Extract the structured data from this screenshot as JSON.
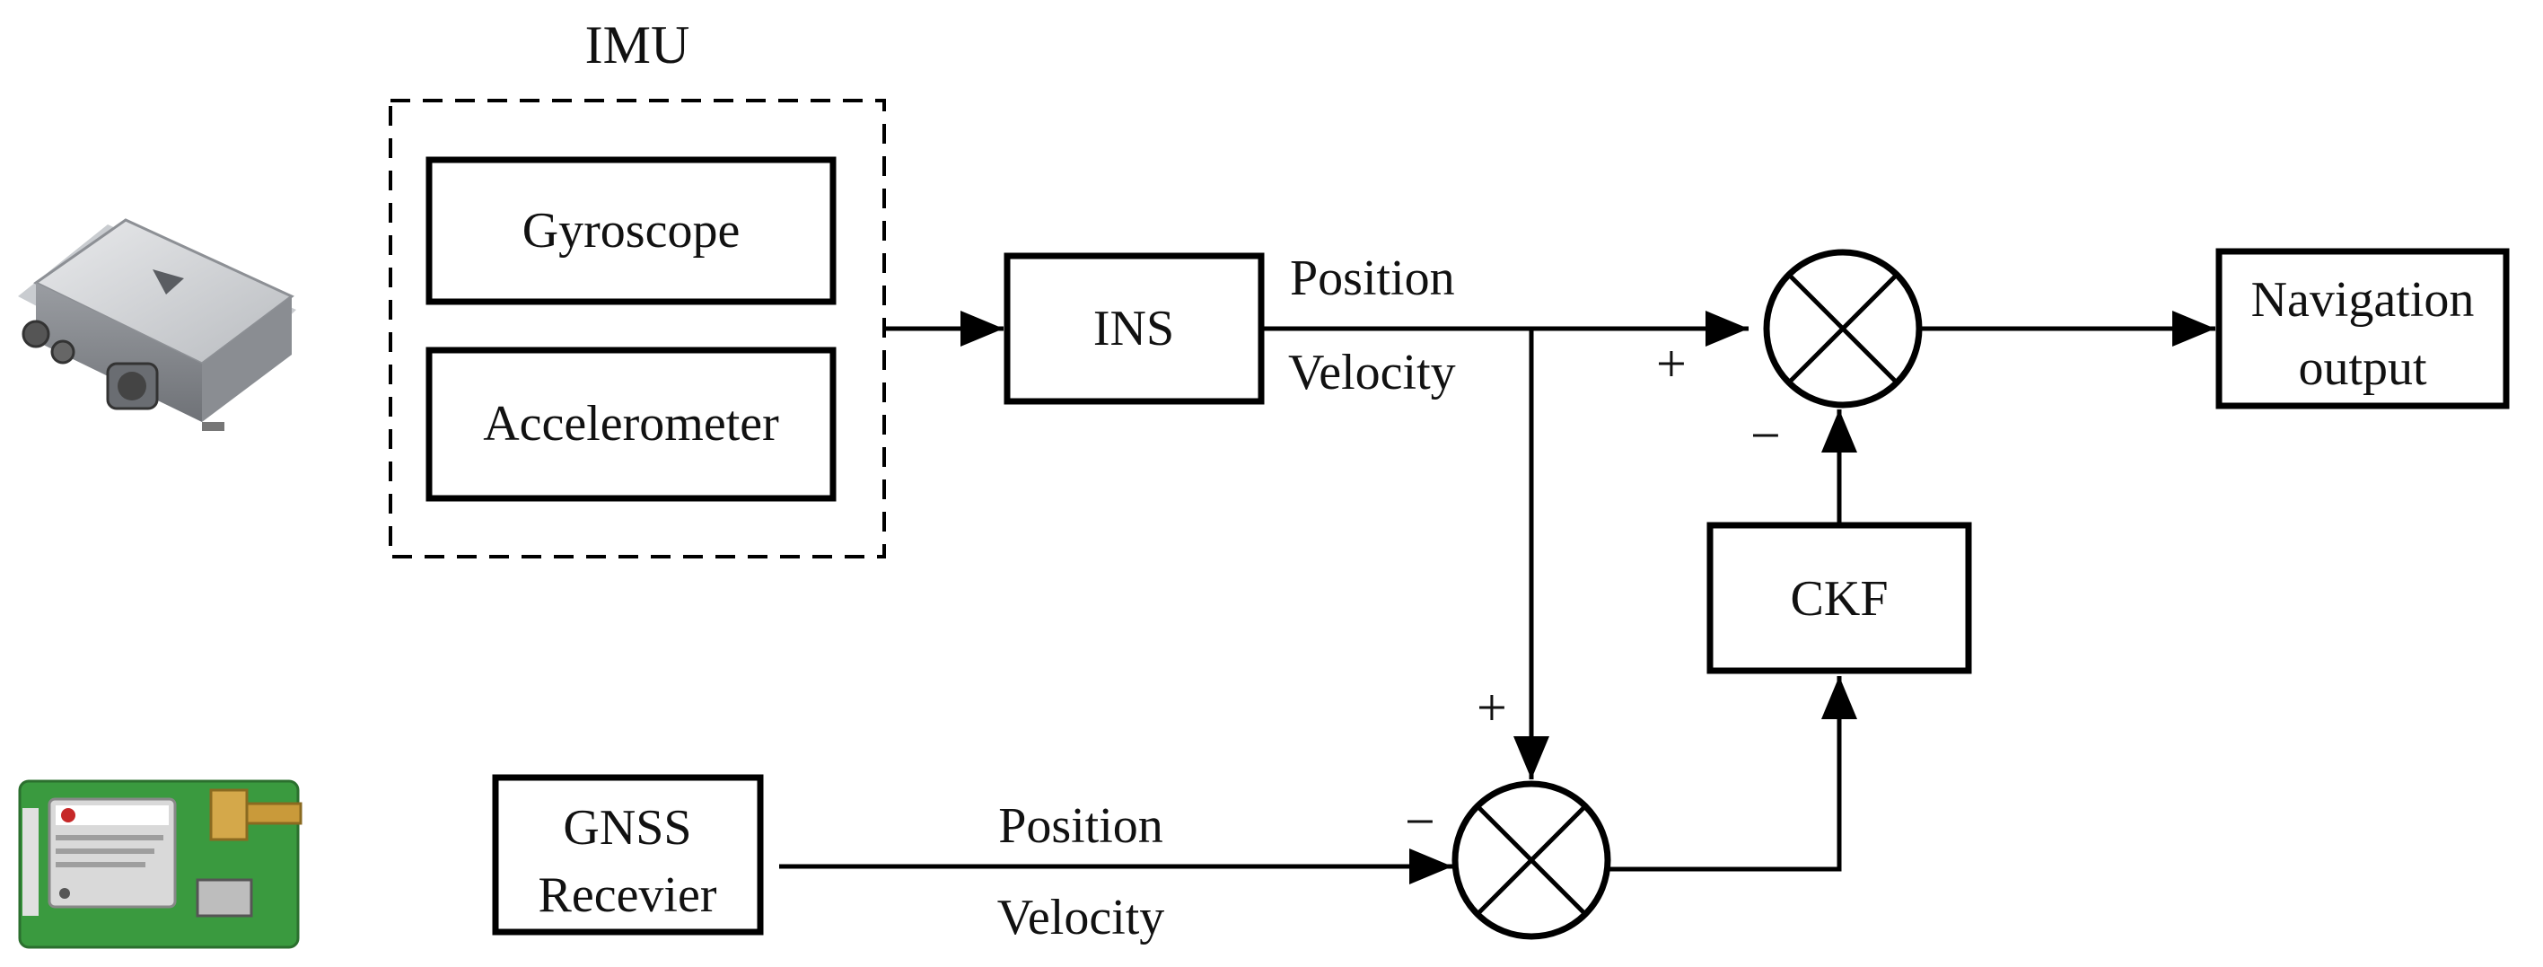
{
  "imu": {
    "title": "IMU",
    "gyroscope": "Gyroscope",
    "accelerometer": "Accelerometer"
  },
  "ins": {
    "label": "INS"
  },
  "ins_outputs": {
    "position": "Position",
    "velocity": "Velocity"
  },
  "gnss": {
    "line1": "GNSS",
    "line2": "Recevier"
  },
  "gnss_outputs": {
    "position": "Position",
    "velocity": "Velocity"
  },
  "ckf": {
    "label": "CKF"
  },
  "nav_output": {
    "line1": "Navigation",
    "line2": "output"
  },
  "signs": {
    "top_plus": "+",
    "top_minus": "−",
    "bottom_plus": "+",
    "bottom_minus": "−"
  },
  "icons": {
    "imu_device": "imu-device-photo-icon",
    "gnss_board": "gnss-receiver-board-photo-icon"
  }
}
